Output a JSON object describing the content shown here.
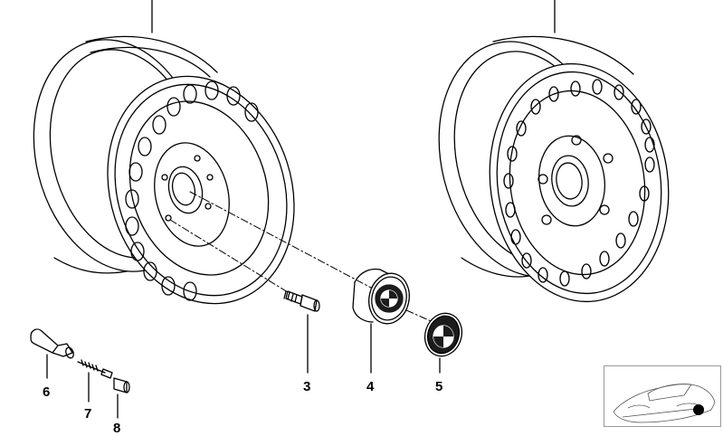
{
  "diagram": {
    "callouts": [
      {
        "id": "3",
        "label": "3"
      },
      {
        "id": "4",
        "label": "4"
      },
      {
        "id": "5",
        "label": "5"
      },
      {
        "id": "6",
        "label": "6"
      },
      {
        "id": "7",
        "label": "7"
      },
      {
        "id": "8",
        "label": "8"
      }
    ],
    "colors": {
      "line": "#000000",
      "emblem_blue": "#1c1c1c",
      "background": "#ffffff",
      "thumbnail_border": "#9a9a9a"
    },
    "icons": [
      "bmw-roundel-icon",
      "car-thumbnail-icon"
    ]
  }
}
